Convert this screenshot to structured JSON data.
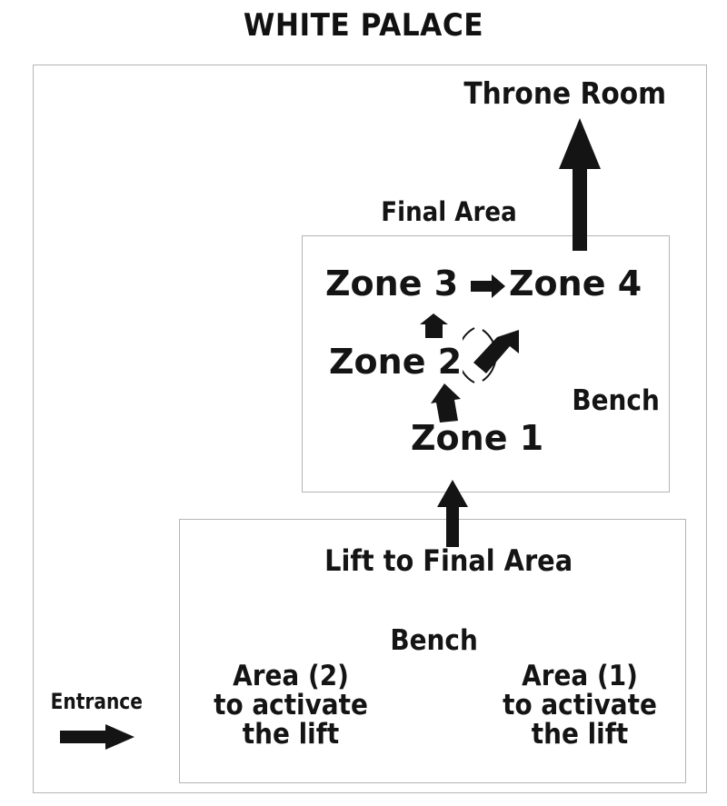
{
  "title": "WHITE PALACE",
  "palace": {
    "name": "palace-outer-area",
    "throne_room": "Throne Room",
    "entrance": "Entrance"
  },
  "final_area": {
    "label": "Final Area",
    "zones": {
      "zone1": "Zone 1",
      "zone2": "Zone 2",
      "zone3": "Zone 3",
      "zone4": "Zone 4"
    },
    "bench": "Bench"
  },
  "lift_area": {
    "label": "Lift to Final Area",
    "bench": "Bench",
    "area_left": "Area (2)\nto activate\nthe lift",
    "area_left_lines": [
      "Area (2)",
      "to activate",
      "the lift"
    ],
    "area_right": "Area (1)\nto activate\nthe lift",
    "area_right_lines": [
      "Area (1)",
      "to activate",
      "the lift"
    ]
  },
  "icons": {
    "arrow_up_throne": "arrow-up-icon",
    "arrow_up_lift": "arrow-up-icon",
    "arrow_right_zone3_zone4": "arrow-right-icon",
    "arrow_up_zone2_zone3": "arrow-up-icon",
    "arrow_up_zone1_zone2": "arrow-up-icon",
    "arrow_rotate_zone2": "rotate-arrow-icon",
    "arrow_right_entrance": "arrow-right-icon"
  },
  "colors": {
    "ink": "#141414",
    "box_border": "#b5b5b5",
    "background": "#ffffff"
  }
}
